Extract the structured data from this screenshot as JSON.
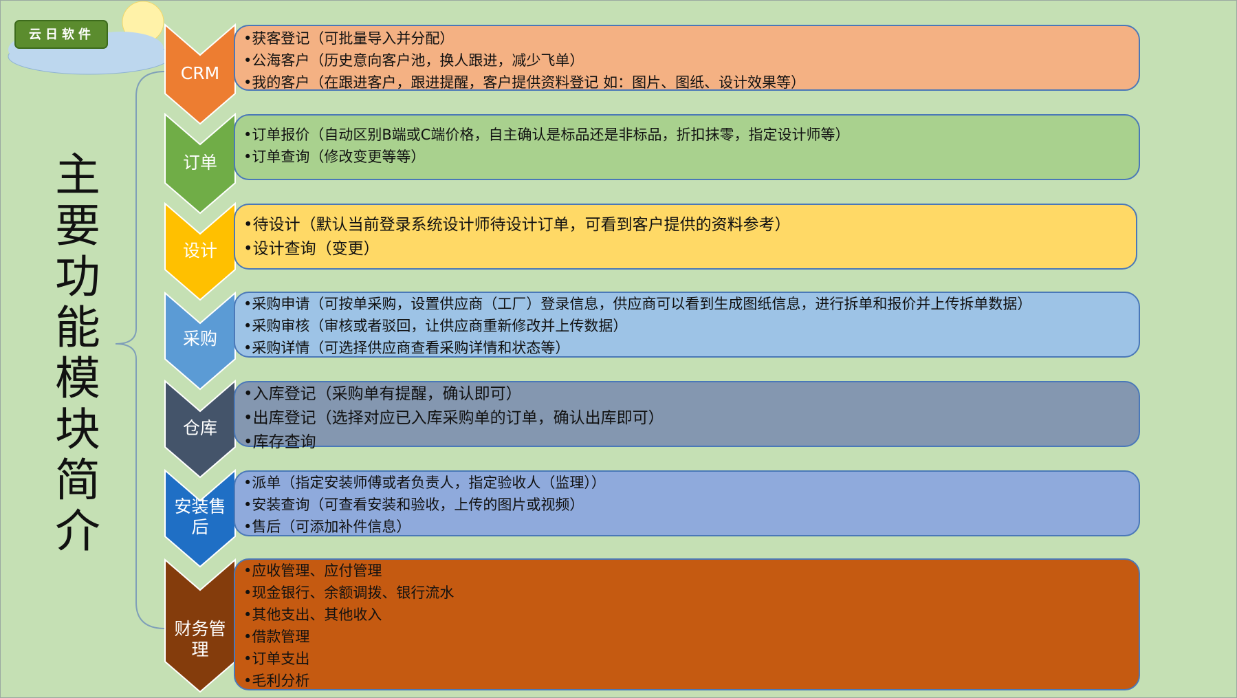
{
  "logo": {
    "text": "云日软件"
  },
  "title": "主要功能模块简介",
  "modules": [
    {
      "label": "CRM",
      "chevron_color": "#ed7d31",
      "box_color": "#f4b183",
      "items": [
        "获客登记（可批量导入并分配）",
        "公海客户（历史意向客户池，换人跟进，减少飞单）",
        "我的客户（在跟进客户，跟进提醒，客户提供资料登记 如：图片、图纸、设计效果等）"
      ]
    },
    {
      "label": "订单",
      "chevron_color": "#70ad47",
      "box_color": "#a9d18e",
      "items": [
        "订单报价（自动区别B端或C端价格，自主确认是标品还是非标品，折扣抹零，指定设计师等）",
        "订单查询（修改变更等等）"
      ]
    },
    {
      "label": "设计",
      "chevron_color": "#ffc000",
      "box_color": "#ffd966",
      "items": [
        "待设计（默认当前登录系统设计师待设计订单，可看到客户提供的资料参考）",
        "设计查询（变更）"
      ]
    },
    {
      "label": "采购",
      "chevron_color": "#5b9bd5",
      "box_color": "#9dc3e6",
      "items": [
        "采购申请（可按单采购，设置供应商（工厂）登录信息，供应商可以看到生成图纸信息，进行拆单和报价并上传拆单数据）",
        "采购审核（审核或者驳回，让供应商重新修改并上传数据）",
        "采购详情（可选择供应商查看采购详情和状态等）"
      ]
    },
    {
      "label": "仓库",
      "chevron_color": "#44546a",
      "box_color": "#8497b0",
      "items": [
        "入库登记（采购单有提醒，确认即可）",
        "出库登记（选择对应已入库采购单的订单，确认出库即可）",
        "库存查询"
      ]
    },
    {
      "label": "安装售后",
      "chevron_color": "#1f6fc5",
      "box_color": "#8faadc",
      "items": [
        "派单（指定安装师傅或者负责人，指定验收人（监理））",
        "安装查询（可查看安装和验收，上传的图片或视频）",
        "售后（可添加补件信息）"
      ]
    },
    {
      "label": "财务管理",
      "chevron_color": "#843c0c",
      "box_color": "#c55a11",
      "items": [
        "应收管理、应付管理",
        "现金银行、余额调拨、银行流水",
        "其他支出、其他收入",
        "借款管理",
        "订单支出",
        "毛利分析"
      ]
    }
  ]
}
